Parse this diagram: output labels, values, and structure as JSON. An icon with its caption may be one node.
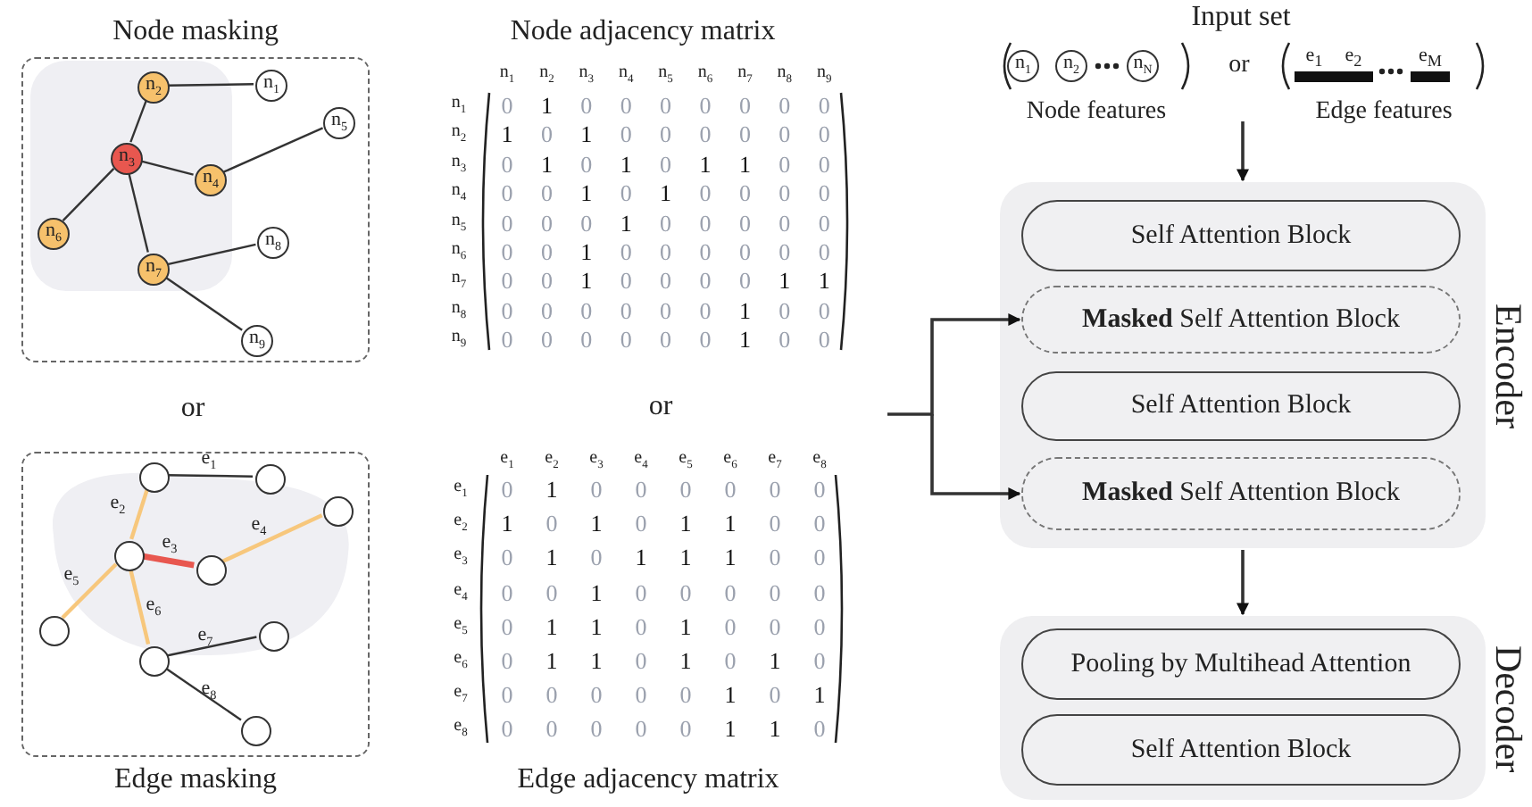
{
  "diagram": {
    "nodes": [
      {
        "text": [
          "Node masking"
        ]
      },
      {
        "text": [
          "n$_{1}$"
        ],
        "in": 0
      },
      {
        "text": [
          "n$_{2}$"
        ],
        "in": 0
      },
      {
        "text": [
          "n$_{3}$"
        ],
        "in": 0
      },
      {
        "text": [
          "n$_{4}$"
        ],
        "in": 0
      },
      {
        "text": [
          "n$_{5}$"
        ],
        "in": 0
      },
      {
        "text": [
          "n$_{6}$"
        ],
        "in": 0
      },
      {
        "text": [
          "n$_{7}$"
        ],
        "in": 0
      },
      {
        "text": [
          "n$_{8}$"
        ],
        "in": 0
      },
      {
        "text": [
          "n$_{9}$"
        ],
        "in": 0
      },
      {
        "text": [
          "Edge masking"
        ]
      },
      {
        "text": [],
        "shape": "circle",
        "in": 10
      },
      {
        "text": [],
        "shape": "circle",
        "in": 10
      },
      {
        "text": [],
        "shape": "circle",
        "in": 10
      },
      {
        "text": [],
        "shape": "circle",
        "in": 10
      },
      {
        "text": [],
        "shape": "circle",
        "in": 10
      },
      {
        "text": [],
        "shape": "circle",
        "in": 10
      },
      {
        "text": [],
        "shape": "circle",
        "in": 10
      },
      {
        "text": [],
        "shape": "circle",
        "in": 10
      },
      {
        "text": [],
        "shape": "circle",
        "in": 10
      },
      {
        "text": [
          "n$_{1}$"
        ]
      },
      {
        "text": [
          "n$_{2}$"
        ]
      },
      {
        "text": [
          "n$_{N}$"
        ]
      },
      {
        "text": [
          "e$_{1}$"
        ]
      },
      {
        "text": [
          "e$_{2}$"
        ]
      },
      {
        "text": [
          "e$_{M}$"
        ]
      },
      {
        "text": [
          "Encoder"
        ]
      },
      {
        "text": [
          "Self Attention Block"
        ],
        "in": 26
      },
      {
        "text": [
          "**Masked** Self Attention Block"
        ],
        "in": 26
      },
      {
        "text": [
          "Self Attention Block"
        ],
        "in": 26
      },
      {
        "text": [
          "**Masked** Self Attention Block"
        ],
        "in": 26
      },
      {
        "text": [
          "Decoder"
        ]
      },
      {
        "text": [
          "Pooling by Multihead Attention"
        ],
        "in": 31
      },
      {
        "text": [
          "Self Attention Block"
        ],
        "in": 31
      }
    ],
    "edges": [
      {
        "from": 1,
        "to": 2,
        "arrow": "none"
      },
      {
        "from": 2,
        "to": 3,
        "arrow": "none"
      },
      {
        "from": 3,
        "to": 4,
        "arrow": "none"
      },
      {
        "from": 4,
        "to": 5,
        "arrow": "none"
      },
      {
        "from": 3,
        "to": 6,
        "arrow": "none"
      },
      {
        "from": 3,
        "to": 7,
        "arrow": "none"
      },
      {
        "from": 7,
        "to": 8,
        "arrow": "none"
      },
      {
        "from": 7,
        "to": 9,
        "arrow": "none"
      },
      {
        "from": 11,
        "to": 12,
        "arrow": "none",
        "label": "e$_{1}$"
      },
      {
        "from": 11,
        "to": 14,
        "arrow": "none",
        "label": "e$_{2}$",
        "color": "#f7c77c"
      },
      {
        "from": 14,
        "to": 15,
        "arrow": "none",
        "label": "e$_{3}$",
        "style": "thick",
        "color": "#e8574f"
      },
      {
        "from": 15,
        "to": 13,
        "arrow": "none",
        "label": "e$_{4}$",
        "color": "#f7c77c"
      },
      {
        "from": 14,
        "to": 16,
        "arrow": "none",
        "label": "e$_{5}$",
        "color": "#f7c77c"
      },
      {
        "from": 14,
        "to": 18,
        "arrow": "none",
        "label": "e$_{6}$",
        "color": "#f7c77c"
      },
      {
        "from": 18,
        "to": 17,
        "arrow": "none",
        "label": "e$_{7}$"
      },
      {
        "from": 18,
        "to": 19,
        "arrow": "none",
        "label": "e$_{8}$"
      },
      {
        "from": null,
        "to": 26,
        "arrow": "to"
      },
      {
        "from": null,
        "to": 28,
        "arrow": "to"
      },
      {
        "from": null,
        "to": 30,
        "arrow": "to"
      },
      {
        "from": 26,
        "to": 31,
        "arrow": "to"
      }
    ],
    "labels": [
      "Node adjacency matrix",
      "n$_{1}$",
      "n$_{2}$",
      "n$_{3}$",
      "n$_{4}$",
      "n$_{5}$",
      "n$_{6}$",
      "n$_{7}$",
      "n$_{8}$",
      "n$_{9}$",
      "n$_{1}$",
      "0",
      "1",
      "0",
      "0",
      "0",
      "0",
      "0",
      "0",
      "0",
      "n$_{2}$",
      "1",
      "0",
      "1",
      "0",
      "0",
      "0",
      "0",
      "0",
      "0",
      "n$_{3}$",
      "0",
      "1",
      "0",
      "1",
      "0",
      "1",
      "1",
      "0",
      "0",
      "n$_{4}$",
      "0",
      "0",
      "1",
      "0",
      "1",
      "0",
      "0",
      "0",
      "0",
      "n$_{5}$",
      "0",
      "0",
      "0",
      "1",
      "0",
      "0",
      "0",
      "0",
      "0",
      "n$_{6}$",
      "0",
      "0",
      "1",
      "0",
      "0",
      "0",
      "0",
      "0",
      "0",
      "n$_{7}$",
      "0",
      "0",
      "1",
      "0",
      "0",
      "0",
      "0",
      "1",
      "1",
      "n$_{8}$",
      "0",
      "0",
      "0",
      "0",
      "0",
      "0",
      "1",
      "0",
      "0",
      "n$_{9}$",
      "0",
      "0",
      "0",
      "0",
      "0",
      "0",
      "1",
      "0",
      "0",
      "or",
      "or",
      "e$_{1}$",
      "e$_{2}$",
      "e$_{3}$",
      "e$_{4}$",
      "e$_{5}$",
      "e$_{6}$",
      "e$_{7}$",
      "e$_{8}$",
      "e$_{1}$",
      "0",
      "1",
      "0",
      "0",
      "0",
      "0",
      "0",
      "0",
      "e$_{2}$",
      "1",
      "0",
      "1",
      "0",
      "1",
      "1",
      "0",
      "0",
      "e$_{3}$",
      "0",
      "1",
      "0",
      "1",
      "1",
      "1",
      "0",
      "0",
      "e$_{4}$",
      "0",
      "0",
      "1",
      "0",
      "0",
      "0",
      "0",
      "0",
      "e$_{5}$",
      "0",
      "1",
      "1",
      "0",
      "1",
      "0",
      "0",
      "0",
      "e$_{6}$",
      "0",
      "1",
      "1",
      "0",
      "1",
      "0",
      "1",
      "0",
      "e$_{7}$",
      "0",
      "0",
      "0",
      "0",
      "0",
      "1",
      "0",
      "1",
      "e$_{8}$",
      "0",
      "0",
      "0",
      "0",
      "0",
      "1",
      "1",
      "0",
      "Edge adjacency matrix",
      "Input set",
      "or",
      "Node features",
      "Edge features"
    ]
  }
}
